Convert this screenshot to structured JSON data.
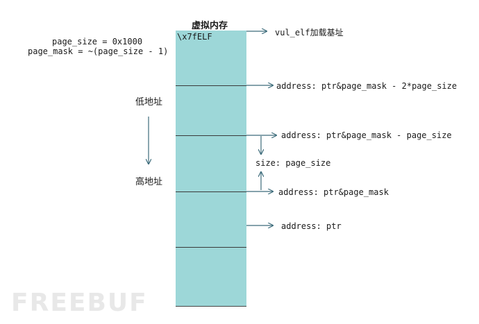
{
  "title": "虚拟内存",
  "elf_magic": "\\x7fELF",
  "formulas": {
    "page_size": "page_size = 0x1000",
    "page_mask": "page_mask = ~(page_size - 1)"
  },
  "direction": {
    "low": "低地址",
    "high": "高地址"
  },
  "labels": {
    "base": "vul_elf加载基址",
    "addr_minus_2": "address: ptr&page_mask - 2*page_size",
    "addr_minus_1": "address: ptr&page_mask - page_size",
    "size": "size: page_size",
    "addr_mask": "address: ptr&page_mask",
    "addr_ptr": "address: ptr"
  },
  "watermark": "FREEBUF",
  "colors": {
    "memory_fill": "#9dd7d8",
    "arrow": "#3c6b7a"
  }
}
